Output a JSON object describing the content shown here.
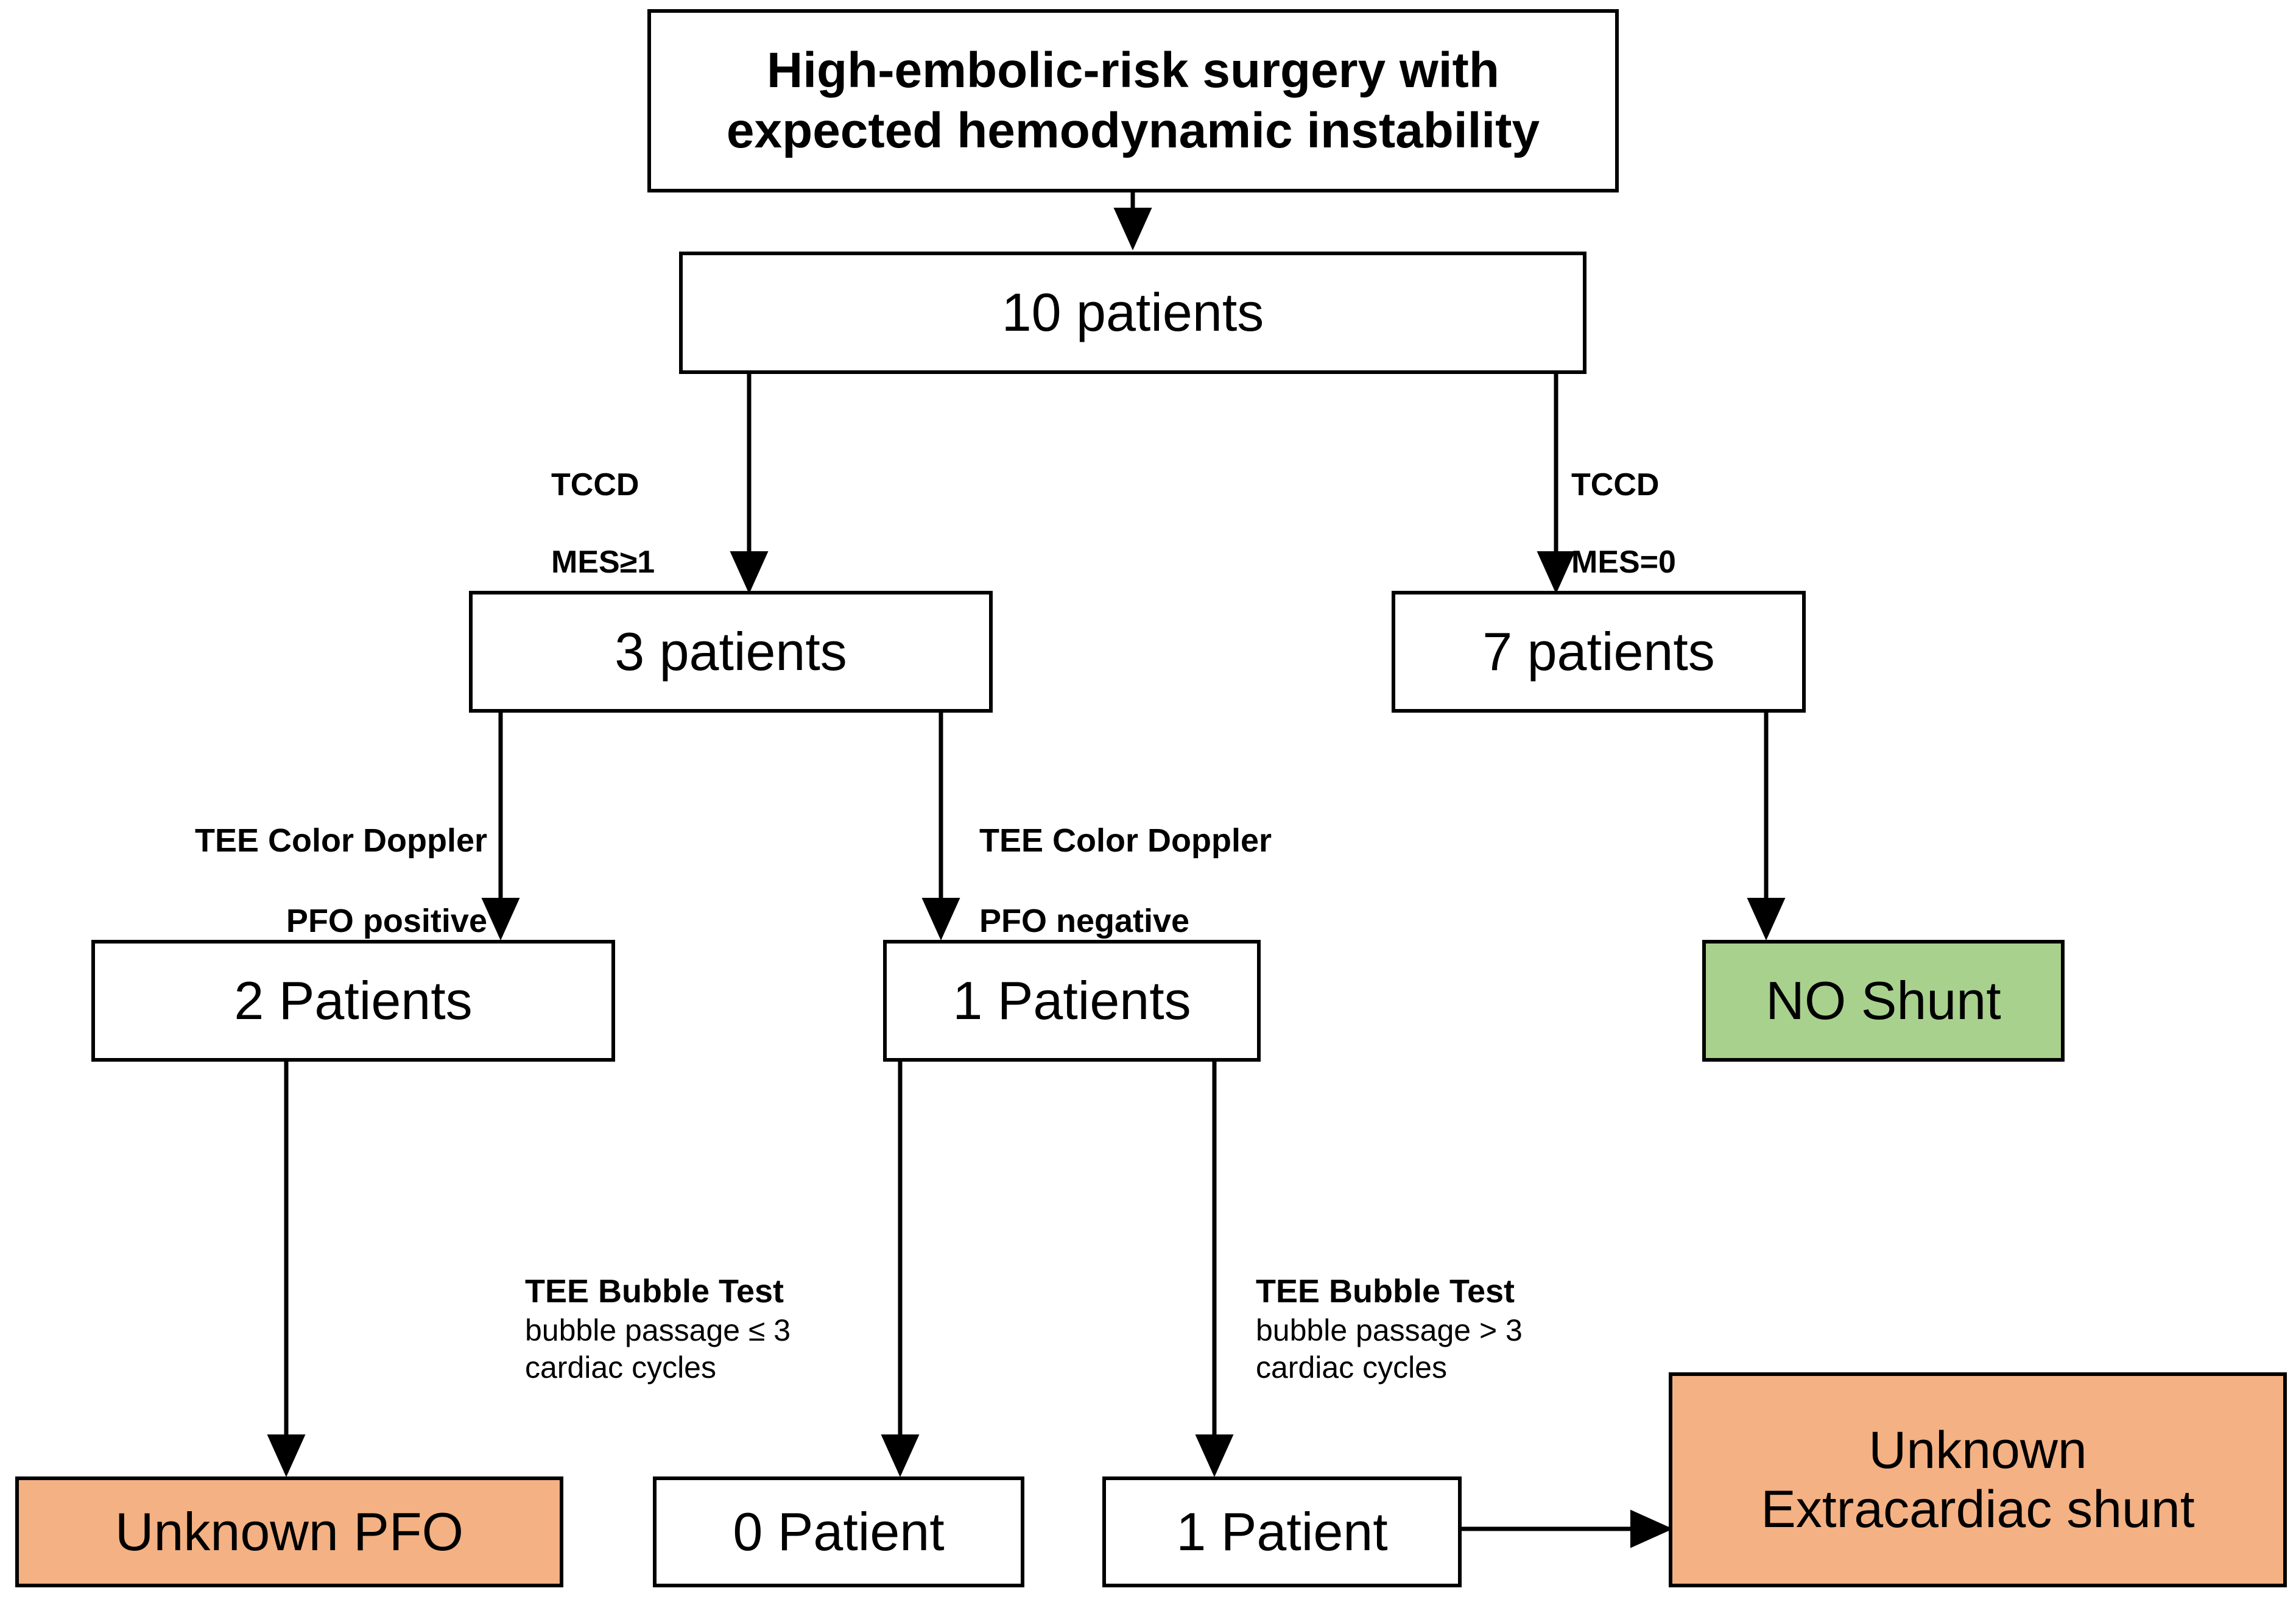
{
  "diagram": {
    "title": "High-embolic-risk surgery patient shunt-detection flowchart",
    "colors": {
      "background": "#ffffff",
      "stroke": "#000000",
      "node_fill": "#ffffff",
      "green_fill": "#a9d18e",
      "orange_fill": "#f4b183",
      "text": "#000000"
    },
    "nodes": {
      "root": {
        "label": "High-embolic-risk surgery with\nexpected hemodynamic instability"
      },
      "total": {
        "label": "10 patients"
      },
      "mes_positive": {
        "label": "3 patients"
      },
      "mes_zero": {
        "label": "7 patients"
      },
      "pfo_positive": {
        "label": "2 Patients"
      },
      "pfo_negative": {
        "label": "1 Patients"
      },
      "no_shunt": {
        "label": "NO Shunt"
      },
      "unknown_pfo": {
        "label": "Unknown PFO"
      },
      "zero_patient": {
        "label": "0 Patient"
      },
      "one_patient": {
        "label": "1 Patient"
      },
      "unknown_extracardiac": {
        "label": "Unknown\nExtracardiac shunt"
      }
    },
    "edge_labels": {
      "tccd_mes_ge1": {
        "line1": "TCCD",
        "line2": "MES≥1"
      },
      "tccd_mes_eq0": {
        "line1": "TCCD",
        "line2": "MES=0"
      },
      "tee_doppler_positive": {
        "line1": "TEE Color Doppler",
        "line2": "PFO positive"
      },
      "tee_doppler_negative": {
        "line1": "TEE Color Doppler",
        "line2": "PFO negative"
      },
      "bubble_le3": {
        "title": "TEE Bubble Test",
        "detail": "bubble passage ≤ 3\ncardiac cycles"
      },
      "bubble_gt3": {
        "title": "TEE Bubble Test",
        "detail": "bubble passage > 3\ncardiac cycles"
      }
    }
  }
}
